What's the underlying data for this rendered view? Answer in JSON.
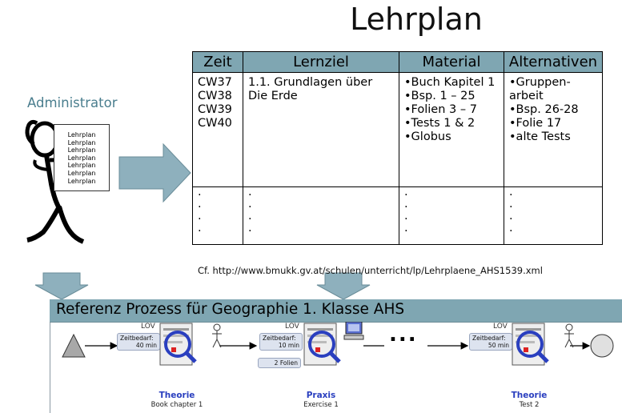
{
  "title": "Lehrplan",
  "admin_label": "Administrator",
  "document_lines": [
    "Lehrplan",
    "Lehrplan",
    "Lehrplan",
    "Lehrplan",
    "Lehrplan",
    "Lehrplan",
    "Lehrplan"
  ],
  "table": {
    "headers": [
      "Zeit",
      "Lernziel",
      "Material",
      "Alternativen"
    ],
    "row1": {
      "zeit": [
        "CW37",
        "CW38",
        "CW39",
        "CW40"
      ],
      "lernziel": [
        "1.1. Grundlagen über",
        "Die Erde"
      ],
      "material": [
        "•Buch Kapitel 1",
        "•Bsp. 1 – 25",
        "•Folien 3 – 7",
        "•Tests 1 & 2",
        "•Globus"
      ],
      "alternativen": [
        "•Gruppen-",
        "arbeit",
        "•Bsp. 26-28",
        "•Folie 17",
        "•alte Tests"
      ]
    },
    "row2_dots": [
      "·",
      "·",
      "·",
      "·"
    ]
  },
  "cf_note": "Cf. http://www.bmukk.gv.at/schulen/unterricht/lp/Lehrplaene_AHS1539.xml",
  "process": {
    "title": "Referenz Prozess für Geographie 1. Klasse AHS",
    "ellipsis": "...",
    "stages": [
      {
        "lov": "LOV",
        "time_label": "Zeitbedarf:",
        "time_value": "40 min",
        "extra": "",
        "label": "Theorie",
        "sub": "Book chapter 1",
        "actor": "person-icon"
      },
      {
        "lov": "LOV",
        "time_label": "Zeitbedarf:",
        "time_value": "10 min",
        "extra": "2 Folien",
        "label": "Praxis",
        "sub": "Exercise 1",
        "actor": "computer-icon"
      },
      {
        "lov": "LOV",
        "time_label": "Zeitbedarf:",
        "time_value": "50 min",
        "extra": "",
        "label": "Theorie",
        "sub": "Test 2",
        "actor": "person-icon"
      }
    ]
  },
  "colors": {
    "header": "#7fa6b2",
    "admin_text": "#4a7e8e",
    "stage_label": "#2a3fbf",
    "arrow_fill": "#8eb0bd"
  }
}
